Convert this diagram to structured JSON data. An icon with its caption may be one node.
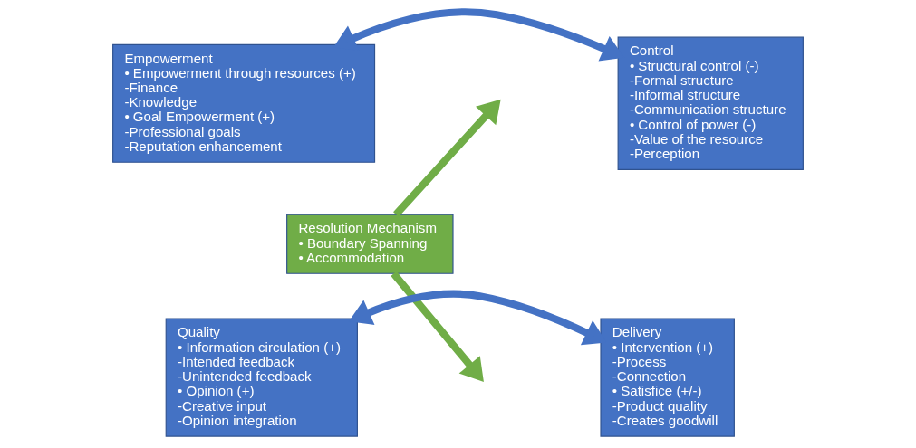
{
  "diagram": {
    "nodes": [
      {
        "text": [
          "Empowerment",
          "• Empowerment through resources (+)",
          "-Finance",
          "-Knowledge",
          "• Goal Empowerment (+)",
          "-Professional goals",
          "-Reputation enhancement"
        ]
      },
      {
        "text": [
          "Control",
          "• Structural control (-)",
          "-Formal structure",
          "-Informal structure",
          "-Communication structure",
          "• Control of power (-)",
          "-Value of the resource",
          "-Perception"
        ]
      },
      {
        "text": [
          "Resolution Mechanism",
          "• Boundary Spanning",
          "• Accommodation"
        ]
      },
      {
        "text": [
          "Quality",
          "• Information circulation (+)",
          "-Intended feedback",
          "-Unintended feedback",
          "• Opinion (+)",
          "-Creative input",
          "-Opinion integration"
        ]
      },
      {
        "text": [
          "Delivery",
          "• Intervention (+)",
          "-Process",
          "-Connection",
          "• Satisfice (+/-)",
          "-Product quality",
          "-Creates goodwill"
        ]
      }
    ],
    "edges": [
      {
        "from": 0,
        "to": 1,
        "arrow": "both",
        "color": "#4472c4"
      },
      {
        "from": 2,
        "to": null,
        "arrow": "to",
        "color": "#70ad47"
      },
      {
        "from": 2,
        "to": null,
        "arrow": "to",
        "color": "#70ad47"
      },
      {
        "from": 3,
        "to": 4,
        "arrow": "both",
        "color": "#4472c4"
      }
    ]
  }
}
